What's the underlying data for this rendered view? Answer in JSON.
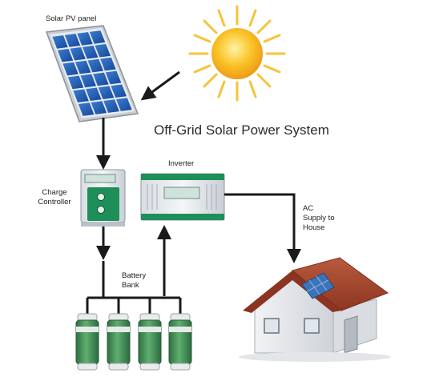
{
  "diagram": {
    "title": "Off-Grid Solar Power System",
    "labels": {
      "solar_panel": "Solar PV panel",
      "charge_controller": "Charge Controller",
      "inverter": "Inverter",
      "ac_supply": "AC Supply to House",
      "battery_bank": "Battery Bank"
    },
    "colors": {
      "panel_cell": "#1f5fae",
      "panel_frame": "#c9ccd1",
      "sun": "#f7b21b",
      "sun_ray": "#f6c33a",
      "device_green": "#1f8f5a",
      "battery_green": "#3d8f55",
      "roof": "#a8452e",
      "house_wall": "#e5e7ea",
      "arrow": "#1a1a1a"
    }
  }
}
